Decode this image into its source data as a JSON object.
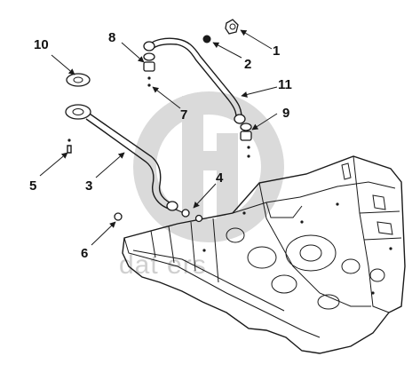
{
  "diagram": {
    "callouts": [
      {
        "id": "1",
        "label": "1"
      },
      {
        "id": "2",
        "label": "2"
      },
      {
        "id": "3",
        "label": "3"
      },
      {
        "id": "4",
        "label": "4"
      },
      {
        "id": "5",
        "label": "5"
      },
      {
        "id": "6",
        "label": "6"
      },
      {
        "id": "7",
        "label": "7"
      },
      {
        "id": "8",
        "label": "8"
      },
      {
        "id": "9",
        "label": "9"
      },
      {
        "id": "10",
        "label": "10"
      },
      {
        "id": "11",
        "label": "11"
      }
    ]
  },
  "watermark": {
    "text": "dat    ers",
    "logo": "dg-logo-watermark"
  },
  "colors": {
    "line": "#1a1a1a",
    "watermark": "#cfcfcf",
    "background": "#ffffff"
  }
}
